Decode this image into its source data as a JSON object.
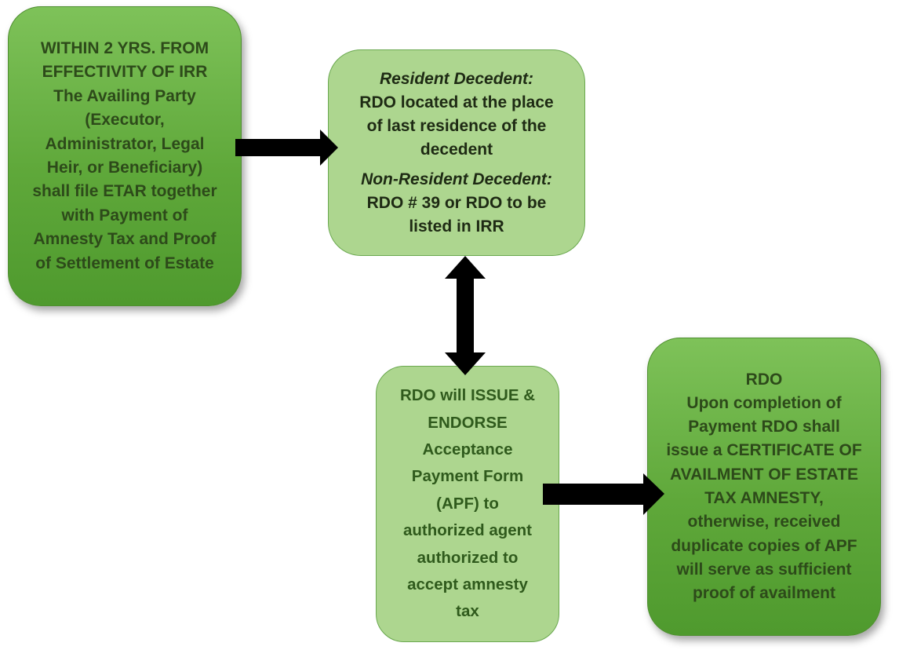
{
  "boxes": {
    "filing": {
      "lines": [
        "WITHIN 2 YRS. FROM",
        "EFFECTIVITY OF IRR",
        "The Availing Party",
        "(Executor,",
        "Administrator, Legal",
        "Heir, or Beneficiary)",
        "shall file ETAR together",
        "with Payment of",
        "Amnesty Tax and Proof",
        "of Settlement of Estate"
      ]
    },
    "rdo_location": {
      "resident_heading": "Resident Decedent:",
      "resident_lines": [
        "RDO located at the place",
        "of last residence of the",
        "decedent"
      ],
      "nonresident_heading": "Non-Resident Decedent:",
      "nonresident_lines": [
        "RDO # 39 or RDO to be",
        "listed in IRR"
      ]
    },
    "apf": {
      "lines": [
        "RDO will ISSUE &",
        "ENDORSE",
        "Acceptance",
        "Payment Form",
        "(APF) to",
        "authorized agent",
        "authorized to",
        "accept amnesty",
        "tax"
      ]
    },
    "certificate": {
      "lines": [
        "RDO",
        "Upon completion of",
        "Payment RDO shall",
        "issue a CERTIFICATE OF",
        "AVAILMENT OF ESTATE",
        "TAX AMNESTY,",
        "otherwise, received",
        "duplicate copies of APF",
        "will serve as sufficient",
        "proof of availment"
      ]
    }
  },
  "colors": {
    "dark_box": "#5fa83a",
    "light_box": "#add68f",
    "arrow": "#000000"
  }
}
